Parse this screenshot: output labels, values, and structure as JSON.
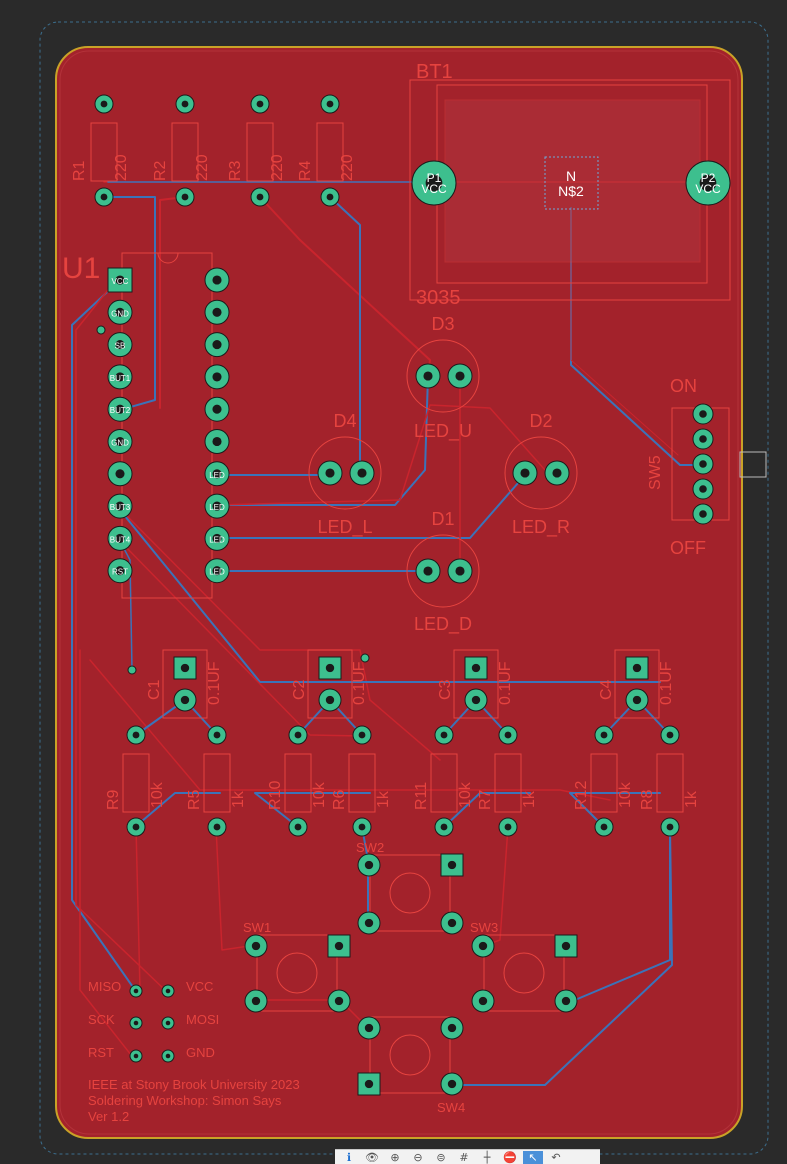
{
  "board": {
    "outline_color": "#c9a227",
    "copper_color": "#a3222b",
    "trace_top_color": "#c9242d",
    "trace_bottom_color": "#3b73b9",
    "pad_color": "#3dbf8e",
    "silk_color": "#e6433f",
    "credits": [
      "IEEE at Stony Brook University 2023",
      "Soldering Workshop: Simon Says",
      "Ver 1.2"
    ]
  },
  "labels": {
    "u1": "U1",
    "bt1": "BT1",
    "bt1_value": "3035",
    "bt1_center_top": "N",
    "bt1_center_net": "N$2",
    "p1_name": "P1",
    "p1_net": "VCC",
    "p2_name": "P2",
    "p2_net": "VCC",
    "on": "ON",
    "off": "OFF",
    "sw5": "SW5",
    "d1": "D1",
    "d2": "D2",
    "d3": "D3",
    "d4": "D4",
    "led_u": "LED_U",
    "led_l": "LED_L",
    "led_r": "LED_R",
    "led_d": "LED_D",
    "sw1": "SW1",
    "sw2": "SW2",
    "sw3": "SW3",
    "sw4": "SW4",
    "isp": [
      "MISO",
      "VCC",
      "SCK",
      "MOSI",
      "RST",
      "GND"
    ]
  },
  "resistors_top": [
    {
      "ref": "R1",
      "value": "220"
    },
    {
      "ref": "R2",
      "value": "220"
    },
    {
      "ref": "R3",
      "value": "220"
    },
    {
      "ref": "R4",
      "value": "220"
    }
  ],
  "capacitors": [
    {
      "ref": "C1",
      "value": "0.1UF"
    },
    {
      "ref": "C2",
      "value": "0.1UF"
    },
    {
      "ref": "C3",
      "value": "0.1UF"
    },
    {
      "ref": "C4",
      "value": "0.1UF"
    }
  ],
  "resistors_bottom": [
    {
      "ref": "R9",
      "value": "10k"
    },
    {
      "ref": "R5",
      "value": "1k"
    },
    {
      "ref": "R10",
      "value": "10k"
    },
    {
      "ref": "R6",
      "value": "1k"
    },
    {
      "ref": "R11",
      "value": "10k"
    },
    {
      "ref": "R7",
      "value": "1k"
    },
    {
      "ref": "R12",
      "value": "10k"
    },
    {
      "ref": "R8",
      "value": "1k"
    }
  ],
  "u1_pins_left": [
    "VCC",
    "GND",
    "SB",
    "BUT1",
    "BUT2",
    "GND",
    "",
    "BUT3",
    "BUT4",
    "RST"
  ],
  "u1_pins_right": [
    "",
    "",
    "",
    "",
    "",
    "",
    "LED",
    "LED",
    "LED",
    "LED"
  ],
  "toolbar": [
    {
      "name": "info-icon",
      "glyph": "ℹ"
    },
    {
      "name": "eye-icon",
      "glyph": "👁"
    },
    {
      "name": "zoom-in-icon",
      "glyph": "⊕"
    },
    {
      "name": "zoom-out-icon",
      "glyph": "⊖"
    },
    {
      "name": "zoom-fit-icon",
      "glyph": "⊜"
    },
    {
      "name": "grid-icon",
      "glyph": "#"
    },
    {
      "name": "crosshair-icon",
      "glyph": "┼"
    },
    {
      "name": "stop-icon",
      "glyph": "⛔"
    },
    {
      "name": "select-icon",
      "glyph": "↖"
    },
    {
      "name": "undo-icon",
      "glyph": "↶"
    }
  ]
}
